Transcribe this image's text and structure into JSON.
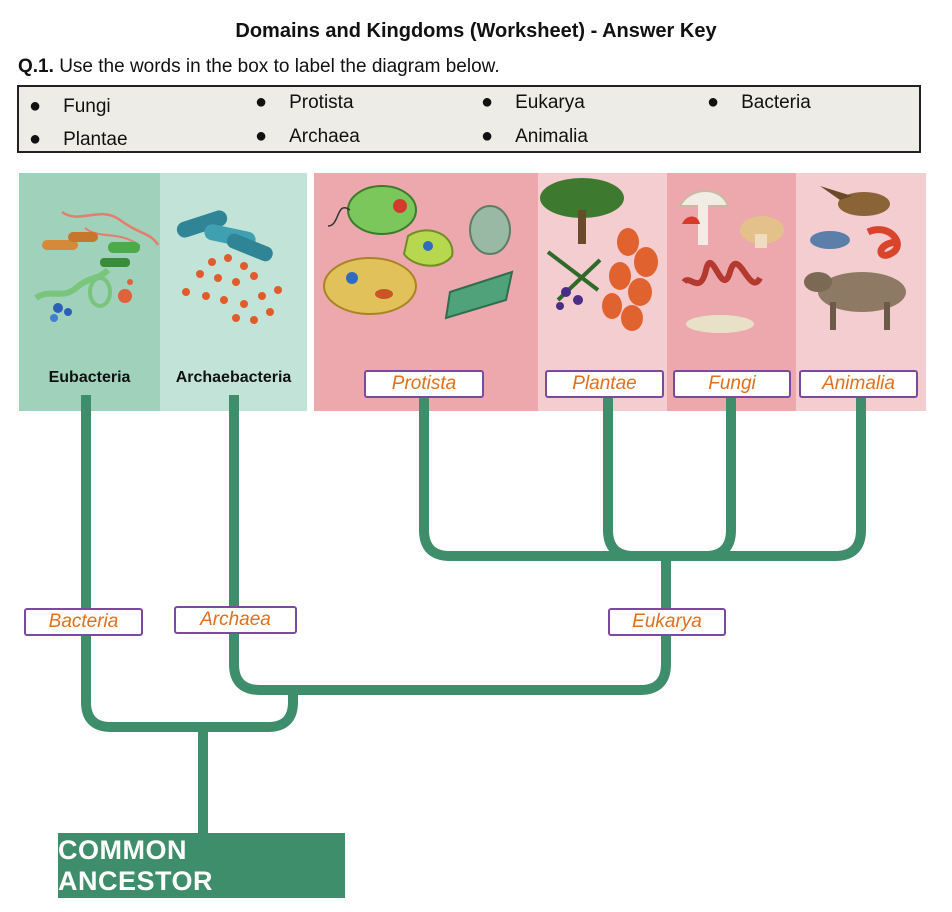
{
  "title": "Domains and Kingdoms (Worksheet) - Answer Key",
  "question": {
    "number": "Q.1.",
    "text": "Use the words in the box to label the diagram below."
  },
  "word_box": [
    {
      "id": "fungi",
      "text": "Fungi"
    },
    {
      "id": "protista",
      "text": "Protista"
    },
    {
      "id": "eukarya",
      "text": "Eukarya"
    },
    {
      "id": "bacteria",
      "text": "Bacteria"
    },
    {
      "id": "plantae",
      "text": "Plantae"
    },
    {
      "id": "archaea",
      "text": "Archaea"
    },
    {
      "id": "animalia",
      "text": "Animalia"
    }
  ],
  "captions": {
    "eubacteria": "Eubacteria",
    "archaebacteria": "Archaebacteria"
  },
  "kingdom_labels": {
    "protista": "Protista",
    "plantae": "Plantae",
    "fungi": "Fungi",
    "animalia": "Animalia"
  },
  "domain_labels": {
    "bacteria": "Bacteria",
    "archaea": "Archaea",
    "eukarya": "Eukarya"
  },
  "ancestor": "COMMON ANCESTOR",
  "colors": {
    "branch": "#3e8e6c",
    "eubacteria_panel": "#9fd1bb",
    "archaebacteria_panel": "#c2e3d8",
    "eukarya_panel_dark": "#eca8ad",
    "eukarya_panel_light": "#f4cdd1",
    "label_border": "#7b4a9f",
    "label_text": "#e0701d"
  }
}
